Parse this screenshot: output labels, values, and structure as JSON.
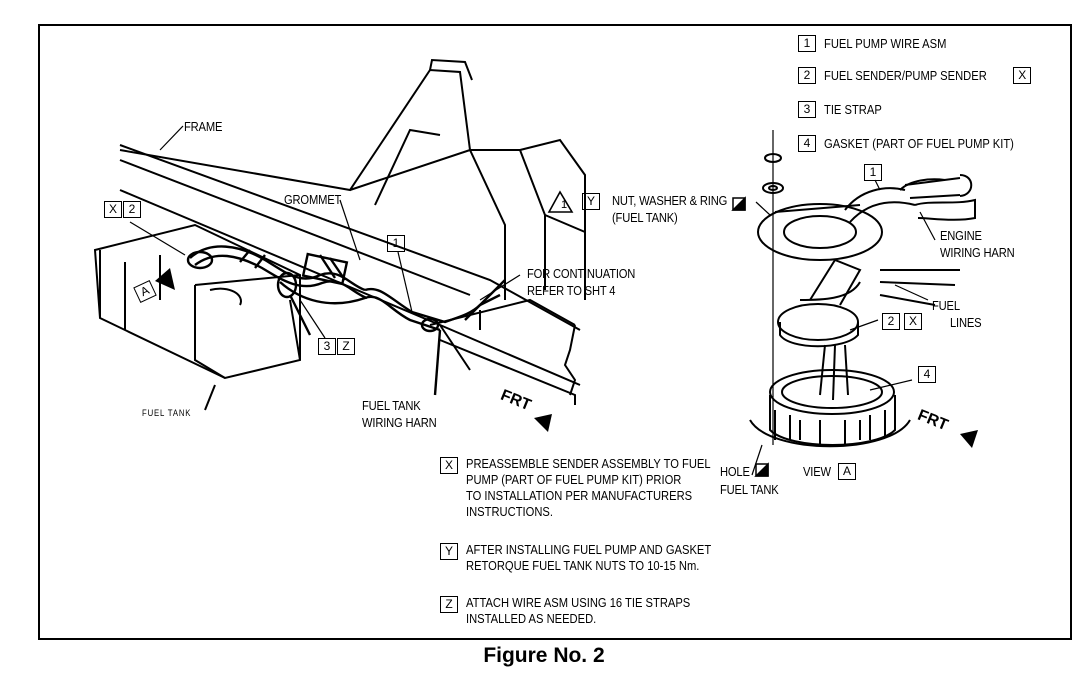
{
  "caption": "Figure No. 2",
  "legend": [
    {
      "num": "1",
      "text": "FUEL PUMP WIRE ASM",
      "tag": ""
    },
    {
      "num": "2",
      "text": "FUEL SENDER/PUMP SENDER",
      "tag": "X"
    },
    {
      "num": "3",
      "text": "TIE STRAP",
      "tag": ""
    },
    {
      "num": "4",
      "text": "GASKET (PART OF FUEL PUMP KIT)",
      "tag": ""
    }
  ],
  "labels": {
    "frame": "FRAME",
    "grommet": "GROMMET",
    "continuation_1": "FOR CONTINUATION",
    "continuation_2": "REFER TO SHT 4",
    "fuel_tank": "FUEL TANK",
    "tank_harness_1": "FUEL TANK",
    "tank_harness_2": "WIRING HARN",
    "nut_1": "NUT, WASHER & RING",
    "nut_2": "(FUEL TANK)",
    "engine_1": "ENGINE",
    "engine_2": "WIRING HARN",
    "lines_1": "FUEL",
    "lines_2": "LINES",
    "hole_1": "HOLE",
    "hole_2": "FUEL TANK",
    "view": "VIEW",
    "frt": "FRT"
  },
  "callouts": {
    "x": "X",
    "y": "Y",
    "z": "Z",
    "a": "A",
    "n1": "1",
    "n2": "2",
    "n3": "3",
    "n4": "4"
  },
  "notes": [
    {
      "tag": "X",
      "lines": [
        "PREASSEMBLE SENDER ASSEMBLY TO FUEL",
        "PUMP (PART OF FUEL PUMP KIT) PRIOR",
        "TO INSTALLATION PER MANUFACTURERS",
        "INSTRUCTIONS."
      ]
    },
    {
      "tag": "Y",
      "lines": [
        "AFTER INSTALLING FUEL PUMP AND GASKET",
        "RETORQUE FUEL TANK NUTS TO 10-15 Nm."
      ]
    },
    {
      "tag": "Z",
      "lines": [
        "ATTACH WIRE ASM USING 16 TIE STRAPS",
        "INSTALLED AS NEEDED."
      ]
    }
  ]
}
